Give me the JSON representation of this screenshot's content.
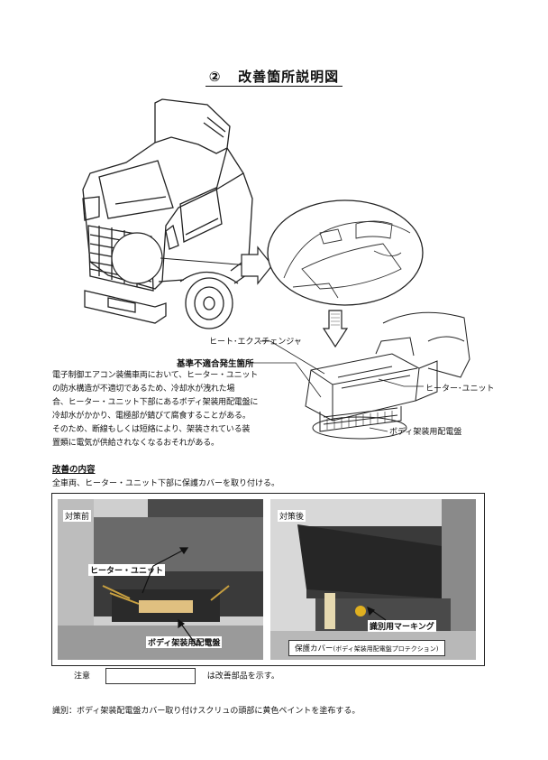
{
  "title": {
    "number": "②",
    "text": "改善箇所説明図"
  },
  "diagram": {
    "label_heat_exchanger": "ヒート･エクスチェンジャ",
    "label_nonconformance": "基準不適合発生箇所",
    "label_heater_unit": "ヒーター･ユニット",
    "label_body_panel": "ボディ架装用配電盤"
  },
  "description": {
    "lines": [
      "電子制御エアコン装備車両において、ヒーター・ユニット",
      "の防水構造が不適切であるため、冷却水が洩れた場",
      "合、ヒーター・ユニット下部にあるボディ架装用配電盤に",
      "冷却水がかかり、電極部が錆びて腐食することがある。",
      "そのため、断線もしくは短絡により、架装されている装",
      "置類に電気が供給されなくなるおそれがある。"
    ]
  },
  "improvement": {
    "heading": "改善の内容",
    "text": "全車両、ヒーター・ユニット下部に保護カバーを取り付ける。"
  },
  "photos": {
    "before": {
      "label": "対策前",
      "heater_unit": "ヒーター・ユニット",
      "body_panel": "ボディ架装用配電盤"
    },
    "after": {
      "label": "対策後",
      "marking": "識別用マーキング",
      "cover_main": "保護カバー",
      "cover_sub": "(ボディ架装用配電盤プロテクション)"
    }
  },
  "note": {
    "label": "注意",
    "text": "は改善部品を示す。"
  },
  "identification": "識別：ボディ架装配電盤カバー取り付けスクリュの頭部に黄色ペイントを塗布する。"
}
